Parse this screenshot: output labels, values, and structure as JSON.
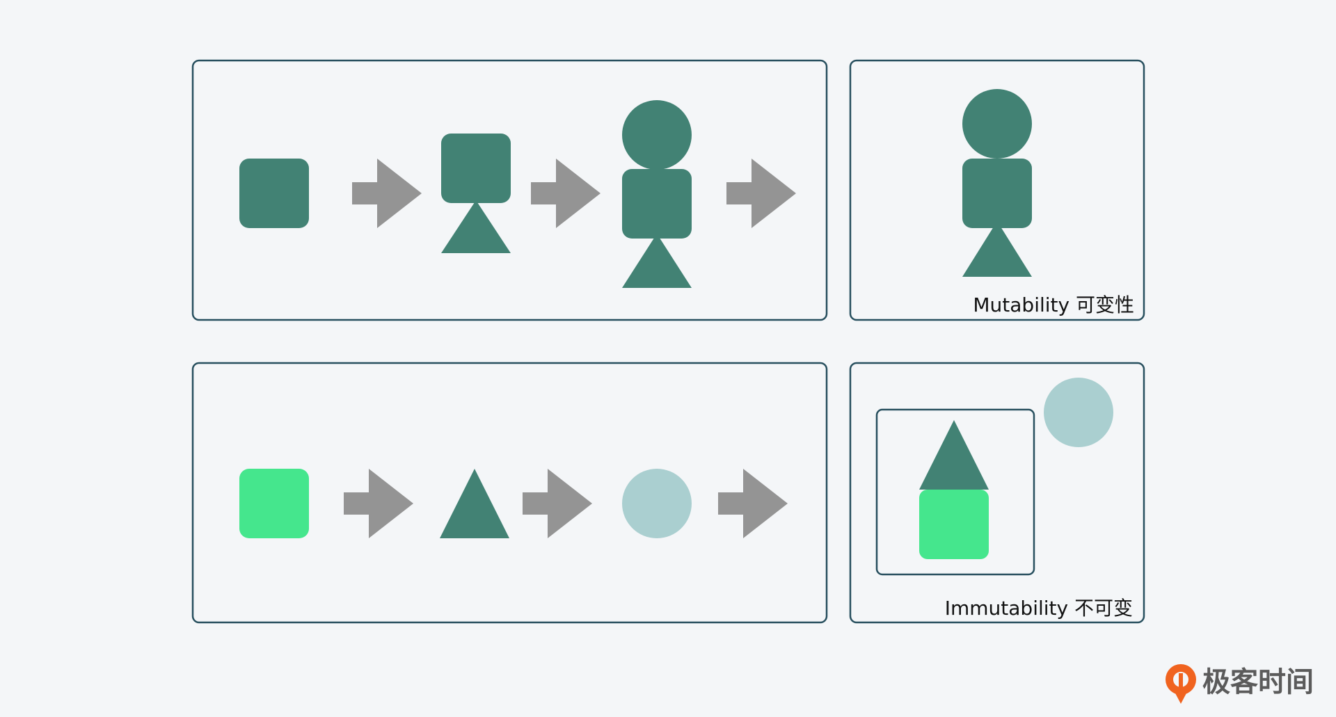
{
  "colors": {
    "background": "#f4f6f8",
    "frame": "#274f5e",
    "dark_green": "#428274",
    "bright_green": "#45e68d",
    "light_teal": "#aacfd0",
    "arrow_gray": "#949494",
    "logo_orange": "#f0631f",
    "logo_text": "#5b5b5b"
  },
  "labels": {
    "mutability": "Mutability 可变性",
    "immutability": "Immutability 不可变"
  },
  "logo": {
    "text": "极客时间",
    "icon": "geektime-logo-icon"
  },
  "mutable_sequence": [
    "square",
    "arrow",
    "square-on-triangle",
    "arrow",
    "circle-square-triangle",
    "arrow"
  ],
  "immutable_sequence": [
    "green-square",
    "arrow",
    "triangle",
    "arrow",
    "light-circle",
    "arrow"
  ]
}
